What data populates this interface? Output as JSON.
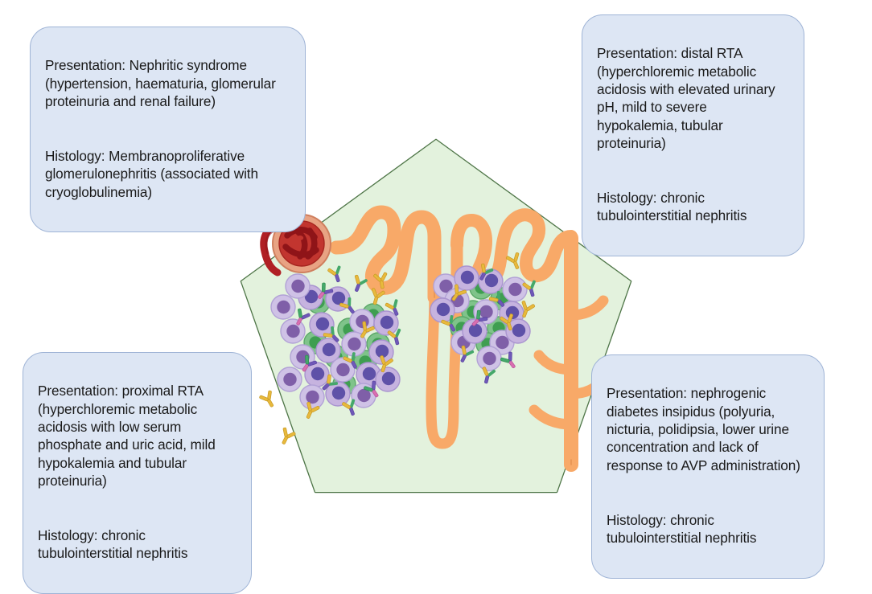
{
  "figure": {
    "title": "Renal manifestations diagram",
    "background_color": "#ffffff"
  },
  "callouts": [
    {
      "id": "top-left",
      "name": "callout-nephritic-syndrome",
      "presentation": "Presentation: Nephritic syndrome (hypertension, haematuria, glomerular proteinuria and renal failure)",
      "histology": "Histology: Membranoproliferative glomerulonephritis (associated with cryoglobulinemia)"
    },
    {
      "id": "top-right",
      "name": "callout-distal-rta",
      "presentation": "Presentation: distal RTA (hyperchloremic metabolic acidosis with elevated urinary pH, mild to severe hypokalemia, tubular proteinuria)",
      "histology": "Histology: chronic tubulointerstitial nephritis"
    },
    {
      "id": "bottom-left",
      "name": "callout-proximal-rta",
      "presentation": "Presentation: proximal RTA (hyperchloremic metabolic acidosis with low serum phosphate and uric acid, mild hypokalemia and tubular proteinuria)",
      "histology": "Histology: chronic tubulointerstitial nephritis"
    },
    {
      "id": "bottom-right",
      "name": "callout-nephrogenic-di",
      "presentation": "Presentation: nephrogenic diabetes insipidus (polyuria, nicturia, polidipsia, lower urine concentration and lack of response to AVP administration)",
      "histology": "Histology: chronic tubulointerstitial nephritis"
    }
  ],
  "diagram": {
    "shape": "rounded-pentagon",
    "label": "kidney-nephron-illustration",
    "structures": [
      "glomerulus",
      "bowmans-capsule",
      "proximal-convoluted-tubule",
      "loop-of-henle",
      "distal-convoluted-tubule",
      "collecting-duct",
      "lymphocyte-infiltrate-left",
      "lymphocyte-infiltrate-right",
      "antibodies"
    ]
  },
  "colors": {
    "callout_fill": "#dde6f4",
    "callout_border": "#9fb4d6",
    "pentagon_fill": "#e3f2dd",
    "pentagon_stroke": "#4e7547",
    "tubule_fill": "#f8a968",
    "tubule_stroke": "#d98242",
    "glomerulus_capillary": "#b01f24",
    "bowmans_capsule_fill": "#e8a383",
    "lymphocyte_fill": "#c6b3df",
    "lymphocyte_nucleus": "#5e51a8",
    "green_cell_fill": "#5fb06c",
    "antibody_gold": "#e8b93c",
    "text_color": "#1a1a1a"
  }
}
